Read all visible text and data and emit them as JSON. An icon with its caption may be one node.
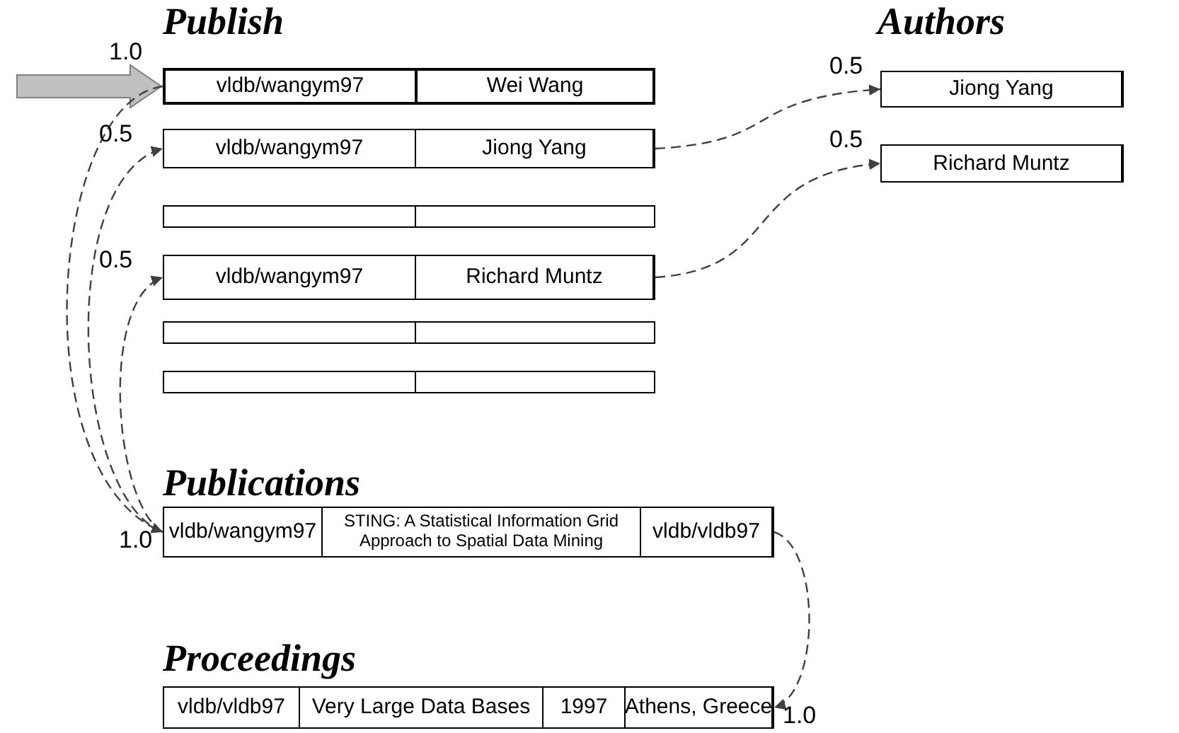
{
  "diagram": {
    "nodes": [
      {
        "text": [
          "Publish"
        ]
      },
      {
        "text": [
          "vldb/wangym97",
          "Wei Wang"
        ],
        "in": 0,
        "beside": [
          "1.0"
        ]
      },
      {
        "text": [
          "vldb/wangym97",
          "Jiong Yang"
        ],
        "in": 0,
        "beside": [
          "0.5"
        ]
      },
      {
        "text": [],
        "shape": "box",
        "in": 0
      },
      {
        "text": [
          "vldb/wangym97",
          "Richard Muntz"
        ],
        "in": 0,
        "beside": [
          "0.5"
        ]
      },
      {
        "text": [],
        "shape": "box",
        "in": 0
      },
      {
        "text": [],
        "shape": "box",
        "in": 0
      },
      {
        "text": [
          "Authors"
        ]
      },
      {
        "text": [
          "Jiong Yang"
        ],
        "in": 7,
        "beside": [
          "0.5"
        ]
      },
      {
        "text": [
          "Richard Muntz"
        ],
        "in": 7,
        "beside": [
          "0.5"
        ]
      },
      {
        "text": [
          "Publications"
        ]
      },
      {
        "text": [
          "vldb/wangym97",
          "STING: A Statistical Information Grid Approach to Spatial Data Mining",
          "vldb/vldb97"
        ],
        "in": 10,
        "beside": [
          "1.0"
        ]
      },
      {
        "text": [
          "Proceedings"
        ]
      },
      {
        "text": [
          "vldb/vldb97",
          "Very Large Data Bases",
          "1997",
          "Athens, Greece"
        ],
        "in": 12,
        "beside": [
          "1.0"
        ]
      }
    ],
    "edges": [
      {
        "from": null,
        "to": 1,
        "arrow": "to",
        "style": "thick",
        "color": "#c0c0c0"
      },
      {
        "from": 1,
        "to": 11,
        "arrow": "to",
        "style": "dashed"
      },
      {
        "from": 11,
        "to": 2,
        "arrow": "to",
        "style": "dashed"
      },
      {
        "from": 11,
        "to": 4,
        "arrow": "to",
        "style": "dashed"
      },
      {
        "from": 2,
        "to": 8,
        "arrow": "to",
        "style": "dashed"
      },
      {
        "from": 4,
        "to": 9,
        "arrow": "to",
        "style": "dashed"
      },
      {
        "from": 11,
        "to": 13,
        "arrow": "to",
        "style": "dashed"
      }
    ]
  }
}
